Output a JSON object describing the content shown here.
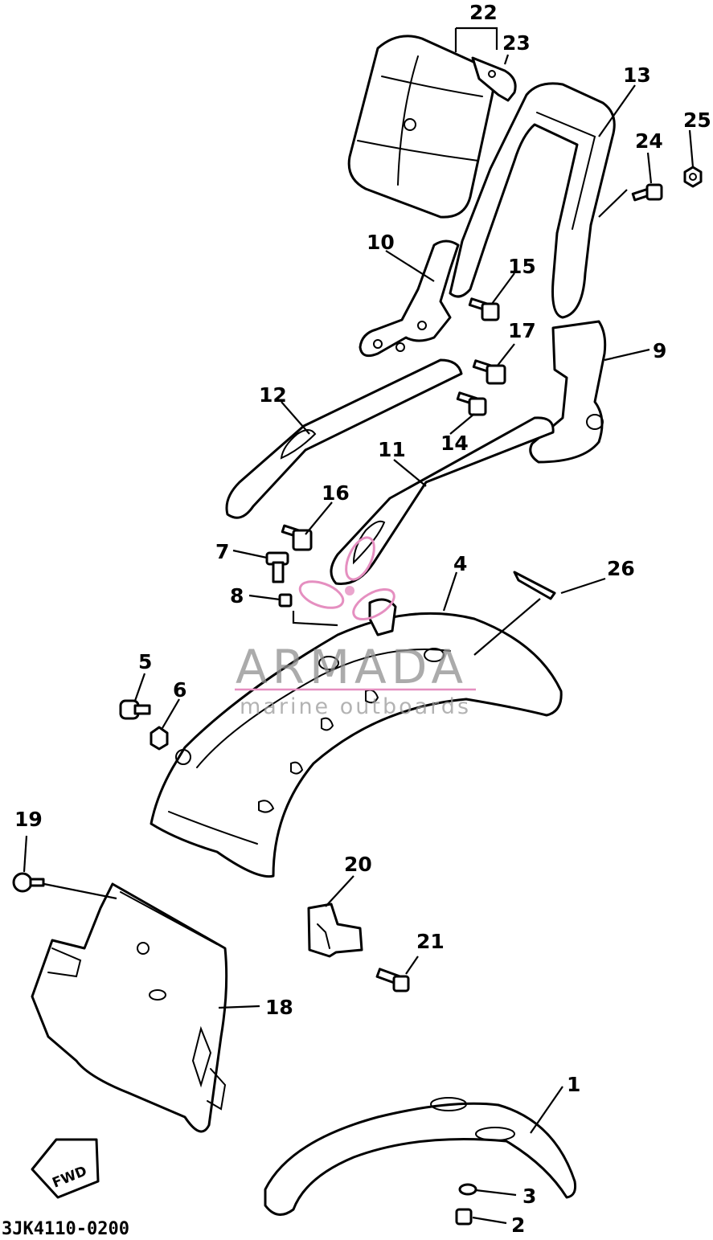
{
  "diagram": {
    "part_code": "3JK4110-0200",
    "fwd_label": "FWD",
    "callouts": {
      "c1": "1",
      "c2": "2",
      "c3": "3",
      "c4": "4",
      "c5": "5",
      "c6": "6",
      "c7": "7",
      "c8": "8",
      "c9": "9",
      "c10": "10",
      "c11": "11",
      "c12": "12",
      "c13": "13",
      "c14": "14",
      "c15": "15",
      "c16": "16",
      "c17": "17",
      "c18": "18",
      "c19": "19",
      "c20": "20",
      "c21": "21",
      "c22": "22",
      "c23": "23",
      "c24": "24",
      "c25": "25",
      "c26": "26"
    }
  },
  "watermark": {
    "brand": "ARMADA",
    "tagline": "marine outboards",
    "color": "#e58fc0"
  }
}
